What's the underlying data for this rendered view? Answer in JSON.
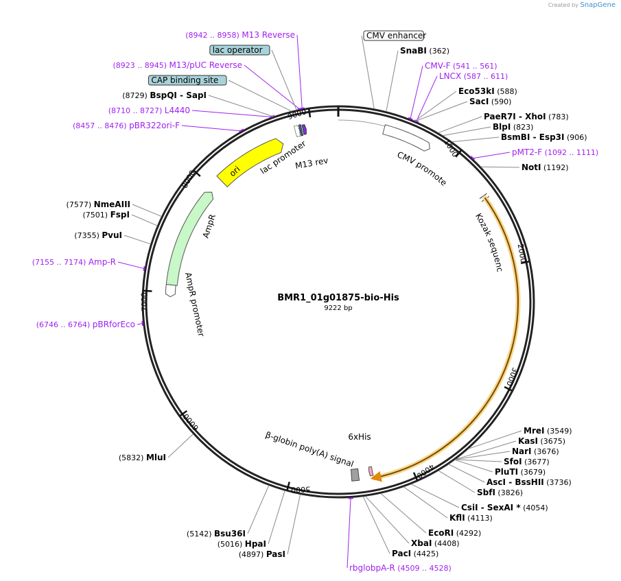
{
  "watermark": {
    "prefix": "Created by",
    "brand": "SnapGene"
  },
  "plasmid": {
    "name": "BMR1_01g01875-bio-His",
    "size_label": "9222 bp",
    "total_bp": 9222
  },
  "tick_labels": [
    "1000",
    "2000",
    "3000",
    "4000",
    "5000",
    "6000",
    "7000",
    "8000",
    "9000"
  ],
  "features": [
    {
      "id": "cmv-enhancer-bar",
      "label": "",
      "start": 0,
      "end": 380,
      "kind": "plain"
    },
    {
      "id": "cmv-promoter",
      "label": "CMV promoter",
      "start": 380,
      "end": 760,
      "kind": "arrow"
    },
    {
      "id": "kozak-sequence",
      "label": "Kozak sequence",
      "start": 1380,
      "end": 1392,
      "kind": "mark"
    },
    {
      "id": "orf",
      "label": "",
      "start": 1400,
      "end": 4345,
      "kind": "orf"
    },
    {
      "id": "his-tag",
      "label": "6xHis",
      "start": 4320,
      "end": 4345,
      "kind": "his"
    },
    {
      "id": "globin-polya",
      "label": "β-globin poly(A) signal",
      "start": 4440,
      "end": 4500,
      "kind": "box"
    },
    {
      "id": "ampr-promoter",
      "label": "AmpR promoter",
      "start": 6960,
      "end": 7065,
      "kind": "promoter"
    },
    {
      "id": "ampr",
      "label": "AmpR",
      "start": 7065,
      "end": 7925,
      "kind": "ampr"
    },
    {
      "id": "ori",
      "label": "ori",
      "start": 8095,
      "end": 8685,
      "kind": "ori"
    },
    {
      "id": "lac-promoter",
      "label": "lac promoter",
      "start": 8860,
      "end": 8890,
      "kind": "lacp"
    },
    {
      "id": "lac-operator",
      "label": "",
      "start": 8900,
      "end": 8915,
      "kind": "laco"
    },
    {
      "id": "m13-rev",
      "label": "M13 rev",
      "start": 8925,
      "end": 8945,
      "kind": "m13"
    }
  ],
  "labels": [
    {
      "id": "cmv-enhancer",
      "kind": "boxed",
      "text": "CMV enhancer",
      "pos": 270
    },
    {
      "id": "snabi",
      "kind": "site",
      "name": "SnaBI",
      "loc": "(362)",
      "pos": 362
    },
    {
      "id": "cmv-f",
      "kind": "primer",
      "name": "CMV-F",
      "loc": "(541 .. 561)",
      "pos": 551
    },
    {
      "id": "lncx",
      "kind": "primer",
      "name": "LNCX",
      "loc": "(587 .. 611)",
      "pos": 599
    },
    {
      "id": "eco53ki",
      "kind": "site",
      "name": "Eco53kI",
      "loc": "(588)",
      "pos": 588
    },
    {
      "id": "saci",
      "kind": "site",
      "name": "SacI",
      "loc": "(590)",
      "pos": 590
    },
    {
      "id": "paer7i",
      "kind": "site",
      "name": "PaeR7I",
      "name2": "XhoI",
      "loc": "(783)",
      "pos": 783
    },
    {
      "id": "blpi",
      "kind": "site",
      "name": "BlpI",
      "loc": "(823)",
      "pos": 823
    },
    {
      "id": "bsmbi",
      "kind": "site",
      "name": "BsmBI",
      "name2": "Esp3I",
      "loc": "(906)",
      "pos": 906
    },
    {
      "id": "pmt2-f",
      "kind": "primer",
      "name": "pMT2-F",
      "loc": "(1092 .. 1111)",
      "pos": 1102
    },
    {
      "id": "noti",
      "kind": "site",
      "name": "NotI",
      "loc": "(1192)",
      "pos": 1192
    },
    {
      "id": "mrei",
      "kind": "site",
      "name": "MreI",
      "loc": "(3549)",
      "pos": 3549
    },
    {
      "id": "kasi",
      "kind": "site",
      "name": "KasI",
      "loc": "(3675)",
      "pos": 3675
    },
    {
      "id": "nari",
      "kind": "site",
      "name": "NarI",
      "loc": "(3676)",
      "pos": 3676
    },
    {
      "id": "sfoi",
      "kind": "site",
      "name": "SfoI",
      "loc": "(3677)",
      "pos": 3677
    },
    {
      "id": "pluti",
      "kind": "site",
      "name": "PluTI",
      "loc": "(3679)",
      "pos": 3679
    },
    {
      "id": "asci",
      "kind": "site",
      "name": "AscI",
      "name2": "BssHII",
      "loc": "(3736)",
      "pos": 3736
    },
    {
      "id": "sbfi",
      "kind": "site",
      "name": "SbfI",
      "loc": "(3826)",
      "pos": 3826
    },
    {
      "id": "csii",
      "kind": "site",
      "name": "CsiI",
      "name2": "SexAI *",
      "loc": "(4054)",
      "pos": 4054
    },
    {
      "id": "kfli",
      "kind": "site",
      "name": "KflI",
      "loc": "(4113)",
      "pos": 4113
    },
    {
      "id": "ecori",
      "kind": "site",
      "name": "EcoRI",
      "loc": "(4292)",
      "pos": 4292
    },
    {
      "id": "xbai",
      "kind": "site",
      "name": "XbaI",
      "loc": "(4408)",
      "pos": 4408
    },
    {
      "id": "paci",
      "kind": "site",
      "name": "PacI",
      "loc": "(4425)",
      "pos": 4425
    },
    {
      "id": "rbglobpa-r",
      "kind": "primer",
      "name": "rbglobpA-R",
      "loc": "(4509 .. 4528)",
      "pos": 4518
    },
    {
      "id": "pasi",
      "kind": "site",
      "name": "PasI",
      "loc": "(4897)",
      "pos": 4897
    },
    {
      "id": "hpai",
      "kind": "site",
      "name": "HpaI",
      "loc": "(5016)",
      "pos": 5016
    },
    {
      "id": "bsu36i",
      "kind": "site",
      "name": "Bsu36I",
      "loc": "(5142)",
      "pos": 5142
    },
    {
      "id": "mlui",
      "kind": "site",
      "name": "MluI",
      "loc": "(5832)",
      "pos": 5832
    },
    {
      "id": "pbrforeco",
      "kind": "primer",
      "name": "pBRforEco",
      "loc": "(6746 .. 6764)",
      "pos": 6755
    },
    {
      "id": "amp-r",
      "kind": "primer",
      "name": "Amp-R",
      "loc": "(7155 .. 7174)",
      "pos": 7165
    },
    {
      "id": "pvui",
      "kind": "site",
      "name": "PvuI",
      "loc": "(7355)",
      "pos": 7355
    },
    {
      "id": "fspi",
      "kind": "site",
      "name": "FspI",
      "loc": "(7501)",
      "pos": 7501
    },
    {
      "id": "nmeaiii",
      "kind": "site",
      "name": "NmeAIII",
      "loc": "(7577)",
      "pos": 7577
    },
    {
      "id": "pbr322ori-f",
      "kind": "primer",
      "name": "pBR322ori-F",
      "loc": "(8457 .. 8476)",
      "pos": 8467
    },
    {
      "id": "l4440",
      "kind": "primer",
      "name": "L4440",
      "loc": "(8710 .. 8727)",
      "pos": 8719
    },
    {
      "id": "bspqi",
      "kind": "site",
      "name": "BspQI",
      "name2": "SapI",
      "loc": "(8729)",
      "pos": 8729
    },
    {
      "id": "cap-binding-site",
      "kind": "boxed",
      "text": "CAP binding site",
      "pos": 8870
    },
    {
      "id": "m13-puc-reverse",
      "kind": "primer",
      "name": "M13/pUC Reverse",
      "loc": "(8923 .. 8945)",
      "pos": 8934
    },
    {
      "id": "lac-operator-label",
      "kind": "boxed",
      "text": "lac operator",
      "pos": 8908
    },
    {
      "id": "m13-reverse",
      "kind": "primer",
      "name": "M13 Reverse",
      "loc": "(8942 .. 8958)",
      "pos": 8950
    }
  ]
}
